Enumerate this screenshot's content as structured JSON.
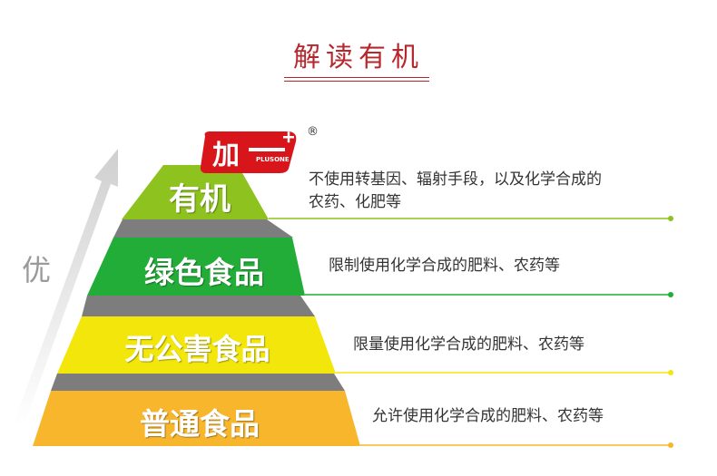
{
  "header": {
    "title": "解读有机"
  },
  "side_label": "优",
  "logo": {
    "mark": "加",
    "sub": "PLUSONE",
    "registered": "®"
  },
  "colors": {
    "accent_red": "#b7282e",
    "organic_green": "#8dc21f",
    "green_food": "#22ac38",
    "pollution_free_yellow": "#f2e60b",
    "ordinary_orange": "#f8b62d"
  },
  "tiers": [
    {
      "label": "有机",
      "desc": [
        "不使用转基因、辐射手段，以及化学合成的",
        "农药、化肥等"
      ]
    },
    {
      "label": "绿色食品",
      "desc": [
        "限制使用化学合成的肥料、农药等"
      ]
    },
    {
      "label": "无公害食品",
      "desc": [
        "限量使用化学合成的肥料、农药等"
      ]
    },
    {
      "label": "普通食品",
      "desc": [
        "允许使用化学合成的肥料、农药等"
      ]
    }
  ]
}
